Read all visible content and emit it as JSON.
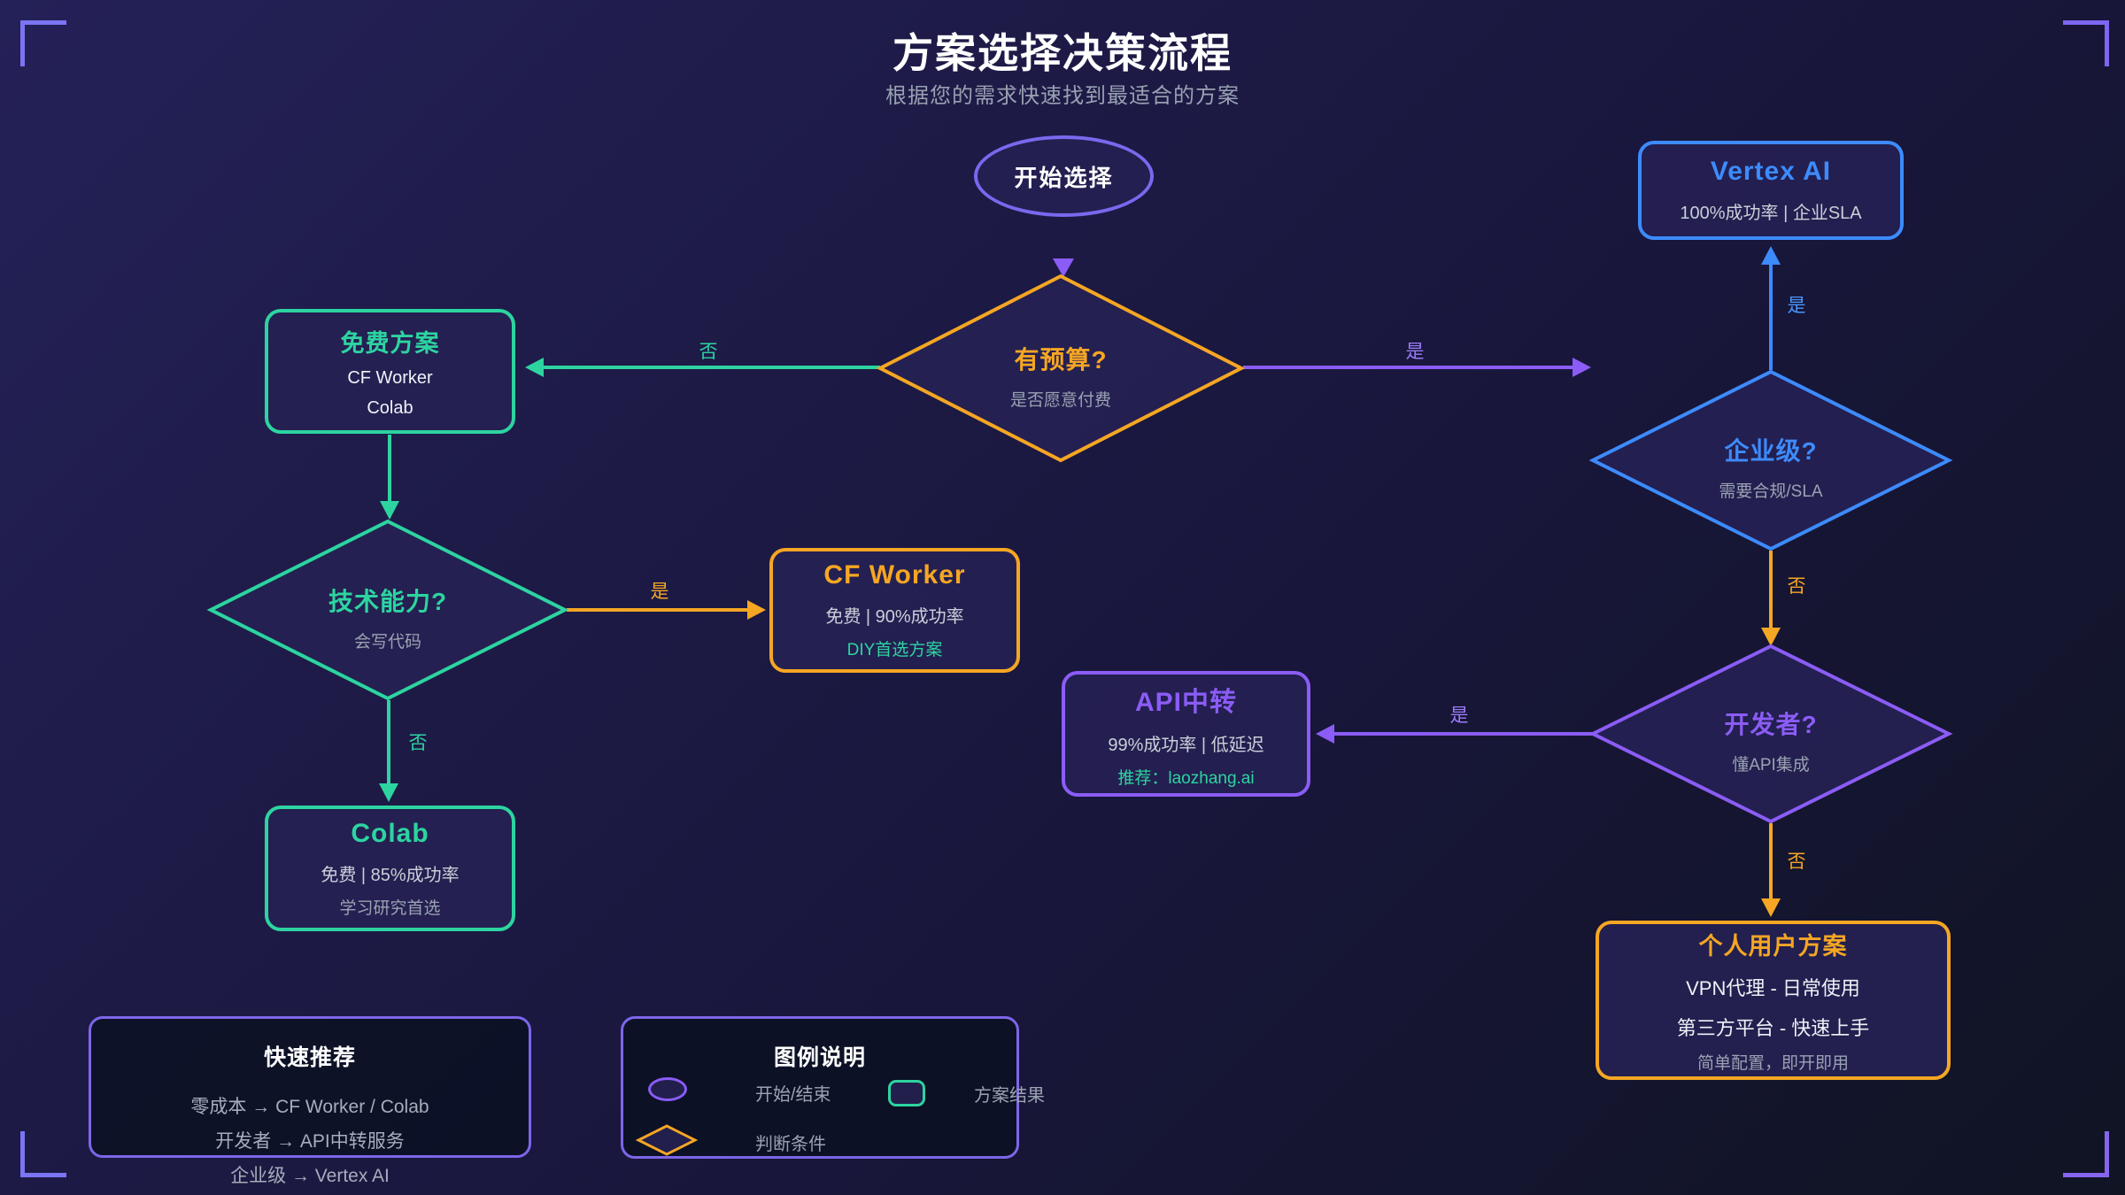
{
  "page": {
    "title": "方案选择决策流程",
    "subtitle": "根据您的需求快速找到最适合的方案"
  },
  "colors": {
    "green": "#2dd4a0",
    "orange": "#f5a623",
    "purple": "#8b5cf6",
    "blue": "#3d8bfd",
    "node_fill": "#252152",
    "panel_fill": "#0d1527",
    "background_top_left": "#242158",
    "background_bottom_right": "#101423"
  },
  "start": {
    "label": "开始选择"
  },
  "decisions": {
    "budget": {
      "title": "有预算?",
      "subtitle": "是否愿意付费"
    },
    "tech": {
      "title": "技术能力?",
      "subtitle": "会写代码"
    },
    "enterprise": {
      "title": "企业级?",
      "subtitle": "需要合规/SLA"
    },
    "developer": {
      "title": "开发者?",
      "subtitle": "懂API集成"
    }
  },
  "results": {
    "free": {
      "title": "免费方案",
      "lines": [
        "CF Worker",
        "Colab"
      ]
    },
    "cf_worker": {
      "title": "CF Worker",
      "stats": "免费 | 90%成功率",
      "note": "DIY首选方案"
    },
    "colab": {
      "title": "Colab",
      "stats": "免费 | 85%成功率",
      "note": "学习研究首选"
    },
    "vertex_ai": {
      "title": "Vertex AI",
      "stats": "100%成功率 | 企业SLA"
    },
    "api_relay": {
      "title": "API中转",
      "stats": "99%成功率 | 低延迟",
      "note": "推荐：laozhang.ai"
    },
    "personal": {
      "title": "个人用户方案",
      "lines": [
        "VPN代理 - 日常使用",
        "第三方平台 - 快速上手"
      ],
      "note": "简单配置，即开即用"
    }
  },
  "edge_labels": {
    "budget_no": "否",
    "budget_yes": "是",
    "tech_yes": "是",
    "tech_no": "否",
    "enterprise_yes": "是",
    "enterprise_no": "否",
    "developer_yes": "是",
    "developer_no": "否"
  },
  "quick_recommend": {
    "title": "快速推荐",
    "items": [
      "零成本 → CF Worker / Colab",
      "开发者 → API中转服务",
      "企业级 → Vertex AI"
    ]
  },
  "legend": {
    "title": "图例说明",
    "items": [
      {
        "symbol": "start-end-ellipse",
        "label": "开始/结束"
      },
      {
        "symbol": "result-rounded-rect",
        "label": "方案结果"
      },
      {
        "symbol": "decision-diamond",
        "label": "判断条件"
      }
    ]
  }
}
